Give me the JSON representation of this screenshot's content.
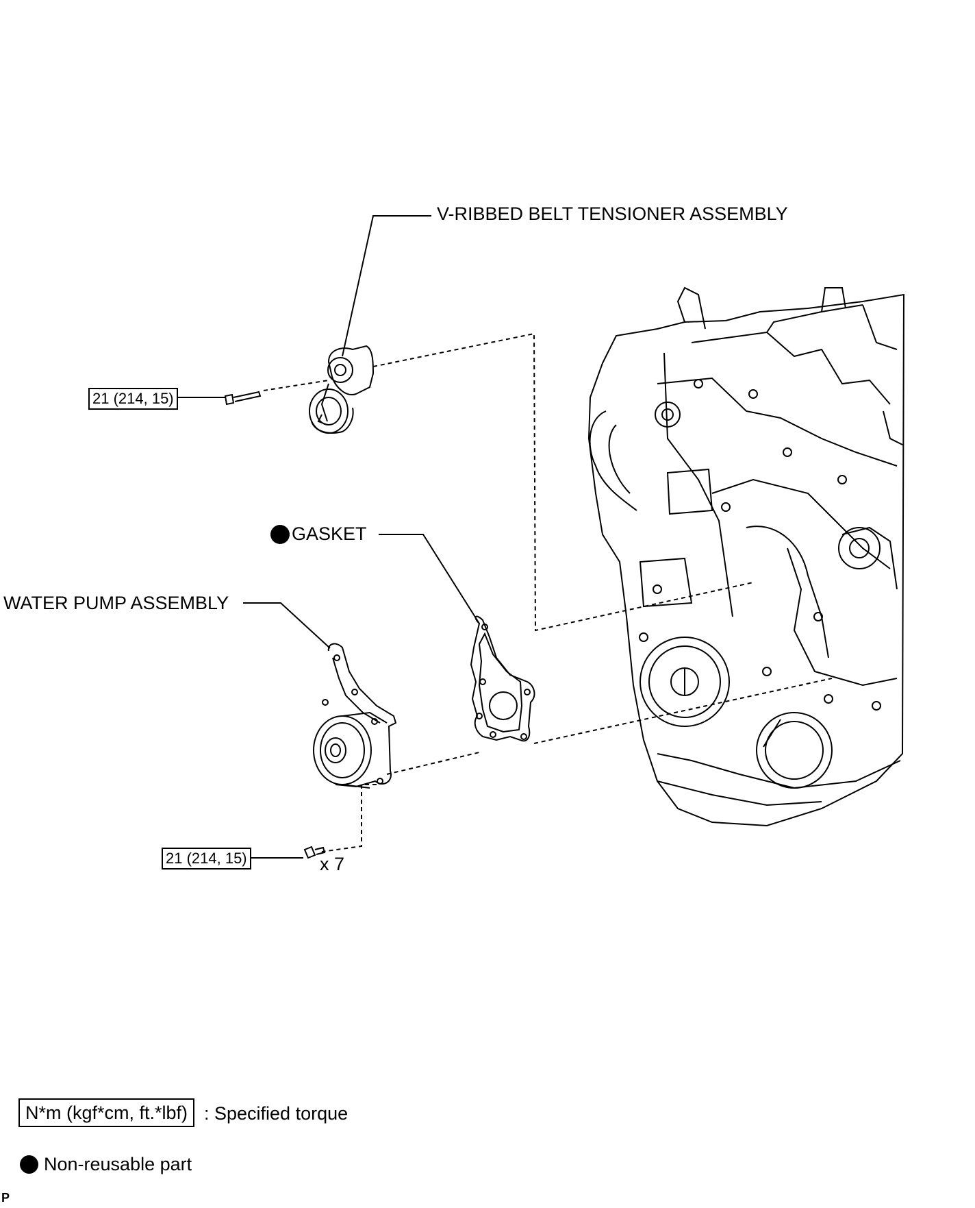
{
  "labels": {
    "tensioner": "V-RIBBED BELT TENSIONER ASSEMBLY",
    "gasket": "GASKET",
    "water_pump": "WATER PUMP ASSEMBLY"
  },
  "torque": {
    "tensioner_bolt": "21 (214, 15)",
    "water_pump_bolts": "21 (214, 15)",
    "water_pump_bolt_count": "x 7"
  },
  "legend": {
    "torque_unit": "N*m (kgf*cm, ft.*lbf)",
    "torque_desc": ": Specified torque",
    "non_reusable": "Non-reusable part"
  },
  "corner_mark": "P",
  "colors": {
    "line": "#000000",
    "background": "#ffffff"
  }
}
